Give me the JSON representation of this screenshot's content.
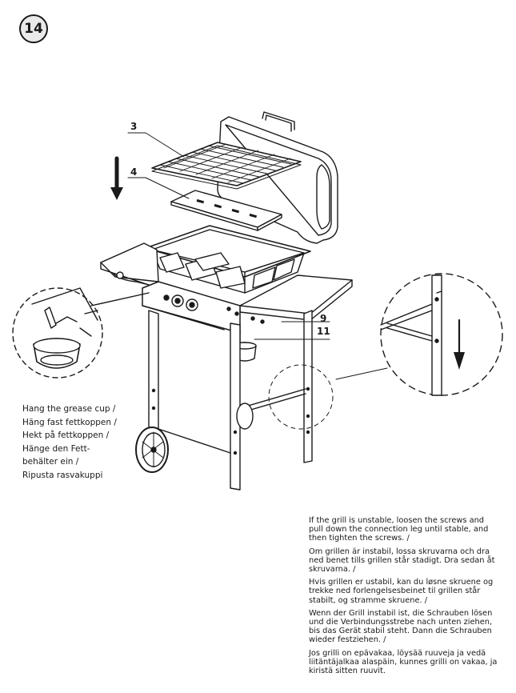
{
  "step": {
    "number": "14"
  },
  "callouts": [
    "3",
    "4",
    "9",
    "11"
  ],
  "grease_cup_text": [
    "Hang the grease cup /",
    "Häng fast fettkoppen /",
    "Hekt på fettkoppen /",
    "Hänge den Fett-",
    "behälter ein /",
    "Ripusta rasvakuppi"
  ],
  "stability_text": [
    "If the grill is unstable, loosen the screws and pull down the connection leg until stable, and then tighten the screws. /",
    "Om grillen är instabil, lossa skruvarna och dra ned benet tills grillen står stadigt. Dra sedan åt skruvarna. /",
    "Hvis grillen er ustabil, kan du løsne skruene og trekke ned forlengelsesbeinet til grillen står stabilt, og stramme skruene. /",
    "Wenn der Grill instabil ist, die Schrauben lösen und die Verbindungsstrebe nach unten ziehen, bis das Gerät stabil steht. Dann die Schrauben wieder festziehen. /",
    "Jos grilli on epävakaa, löysää ruuveja ja vedä liitäntäjalkaa alaspäin, kunnes grilli on vakaa, ja kiristä sitten ruuvit."
  ]
}
